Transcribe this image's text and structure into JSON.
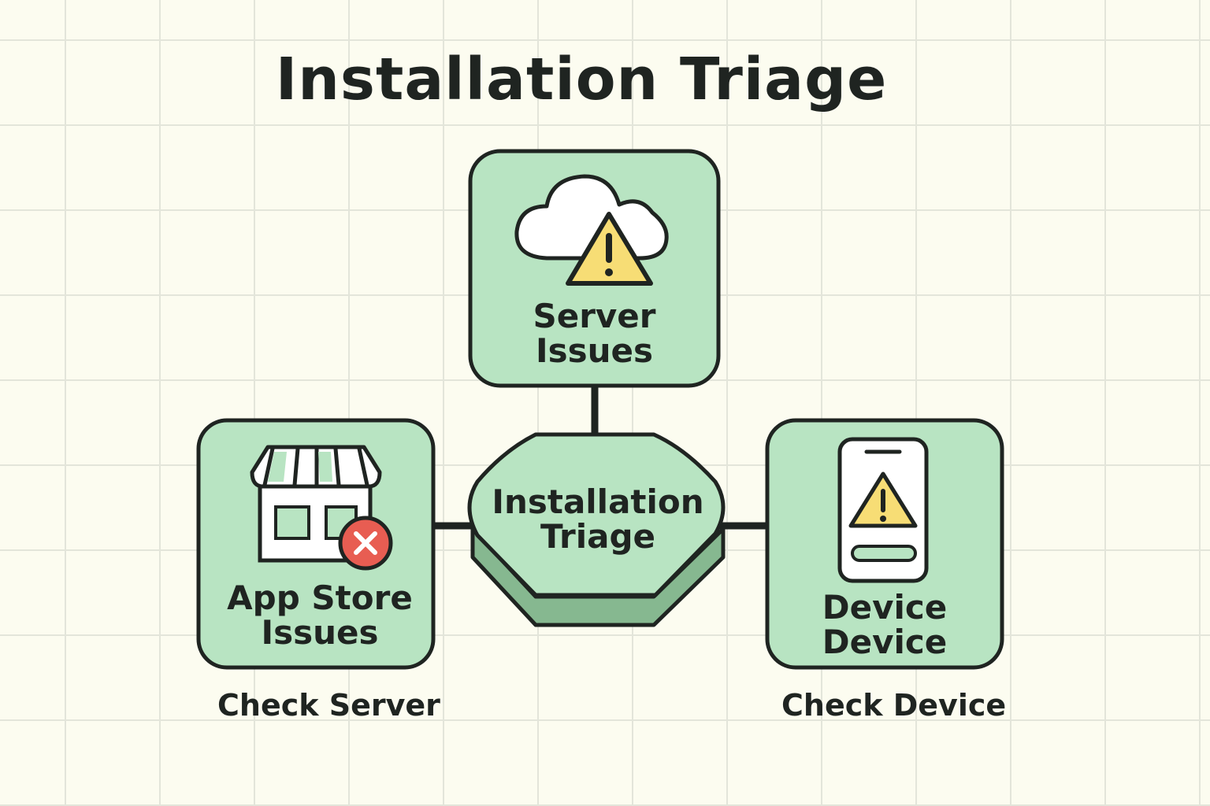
{
  "title": "Installation Triage",
  "center": {
    "line1": "Installation",
    "line2": "Triage"
  },
  "nodes": {
    "server": {
      "line1": "Server",
      "line2": "Issues",
      "icon": "cloud-warning-icon"
    },
    "app_store": {
      "line1": "App Store",
      "line2": "Issues",
      "icon": "storefront-error-icon"
    },
    "device": {
      "line1": "Device",
      "line2": "Device",
      "icon": "phone-warning-icon"
    }
  },
  "captions": {
    "left": "Check Server",
    "right": "Check Device"
  },
  "colors": {
    "node_fill": "#b8e4c2",
    "center_shadow": "#86b890",
    "outline": "#1f2421",
    "warning": "#f7dd75",
    "error": "#e85d52",
    "background": "#fcfcf0"
  }
}
